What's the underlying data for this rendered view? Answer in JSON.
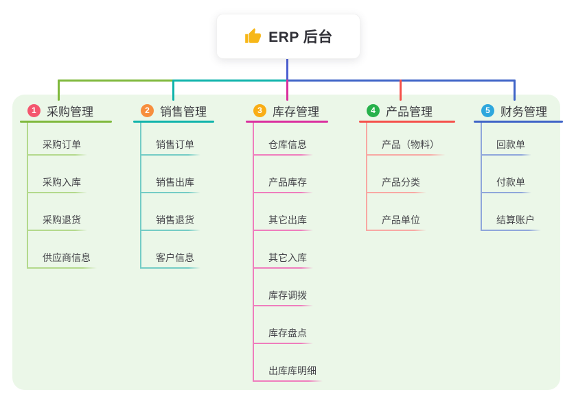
{
  "root": {
    "title": "ERP 后台",
    "icon": "thumbs-up-icon"
  },
  "colors": {
    "canvas_bg": "#ffffff",
    "panel_bg": "#ebf7e8",
    "trunk_blue": "#4c5fd1",
    "text_dark": "#3b3b40",
    "item_text": "#45454a",
    "icon_gold": "#f7b718"
  },
  "branches": [
    {
      "number": "1",
      "title": "采购管理",
      "badge_color": "#f4566e",
      "line_color": "#7fb83c",
      "light_color": "#b3d98c",
      "children": [
        "采购订单",
        "采购入库",
        "采购退货",
        "供应商信息"
      ]
    },
    {
      "number": "2",
      "title": "销售管理",
      "badge_color": "#f78e3d",
      "line_color": "#0fb3ab",
      "light_color": "#74ccc5",
      "children": [
        "销售订单",
        "销售出库",
        "销售退货",
        "客户信息"
      ]
    },
    {
      "number": "3",
      "title": "库存管理",
      "badge_color": "#f9ad15",
      "line_color": "#da2f9e",
      "light_color": "#ef7dbd",
      "children": [
        "仓库信息",
        "产品库存",
        "其它出库",
        "其它入库",
        "库存调拨",
        "库存盘点",
        "出库库明细"
      ]
    },
    {
      "number": "4",
      "title": "产品管理",
      "badge_color": "#27b14b",
      "line_color": "#f5504a",
      "light_color": "#f8a8a3",
      "children": [
        "产品（物料）",
        "产品分类",
        "产品单位"
      ]
    },
    {
      "number": "5",
      "title": "财务管理",
      "badge_color": "#2ea7dd",
      "line_color": "#3e63c7",
      "light_color": "#8fa6db",
      "children": [
        "回款单",
        "付款单",
        "结算账户"
      ]
    }
  ]
}
